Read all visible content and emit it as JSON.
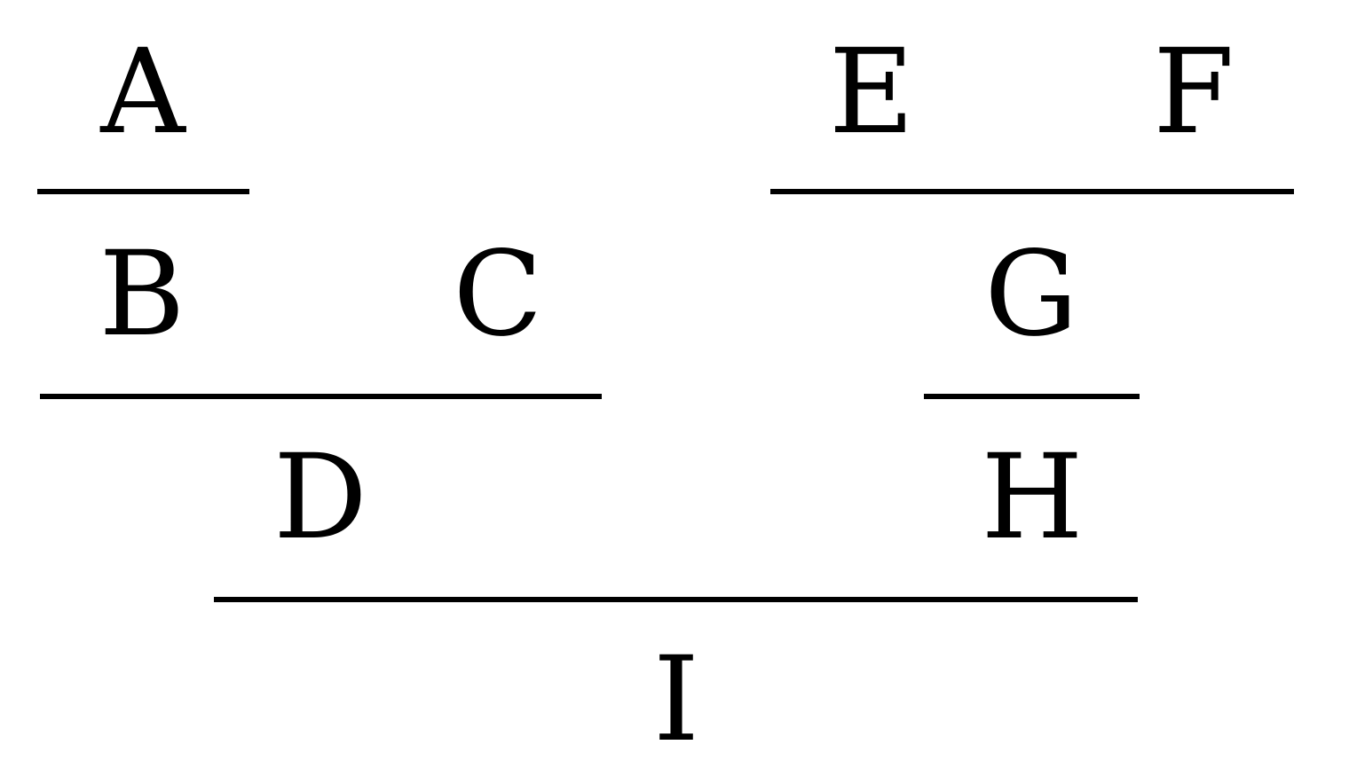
{
  "proof": {
    "conclusion": "I",
    "rules": [
      {
        "premises": [
          "A"
        ],
        "conclusion": "B"
      },
      {
        "premises": [
          "B",
          "C"
        ],
        "conclusion": "D"
      },
      {
        "premises": [
          "E",
          "F"
        ],
        "conclusion": "G"
      },
      {
        "premises": [
          "G"
        ],
        "conclusion": "H"
      },
      {
        "premises": [
          "D",
          "H"
        ],
        "conclusion": "I"
      }
    ]
  },
  "nodes": {
    "a": "A",
    "b": "B",
    "c": "C",
    "d": "D",
    "e": "E",
    "f": "F",
    "g": "G",
    "h": "H",
    "i": "I"
  },
  "style": {
    "ink_color": "#000000",
    "background_color": "#ffffff"
  }
}
